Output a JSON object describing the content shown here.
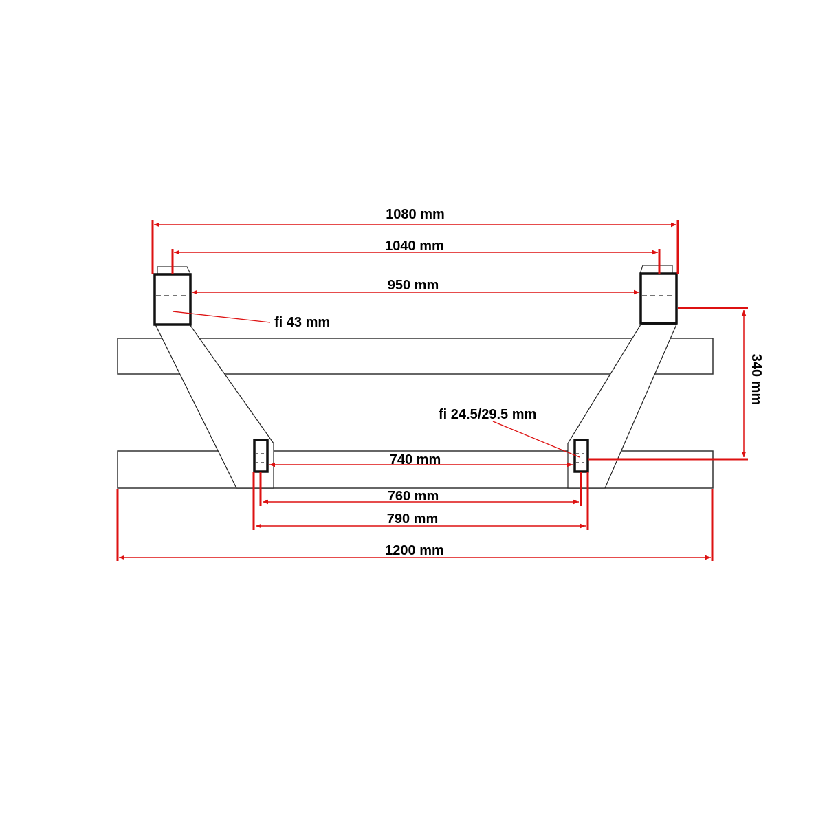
{
  "diagram": {
    "type": "technical-dimension-drawing",
    "subject": "frame with angled legs, upper and lower holders",
    "colors": {
      "dimension_lines": "#dd1111",
      "outlines": "#333333",
      "brackets": "#111111",
      "text": "#000000",
      "background": "#ffffff"
    },
    "dimensions": {
      "top_outer_width": "1080 mm",
      "top_center_width": "1040 mm",
      "top_inner_width": "950 mm",
      "upper_hole_diameter": "fi 43 mm",
      "vertical_height": "340 mm",
      "lower_hole_diameter": "fi 24.5/29.5 mm",
      "lower_inner_width": "740 mm",
      "lower_center_width": "760 mm",
      "lower_outer_width": "790 mm",
      "overall_width": "1200 mm"
    }
  }
}
